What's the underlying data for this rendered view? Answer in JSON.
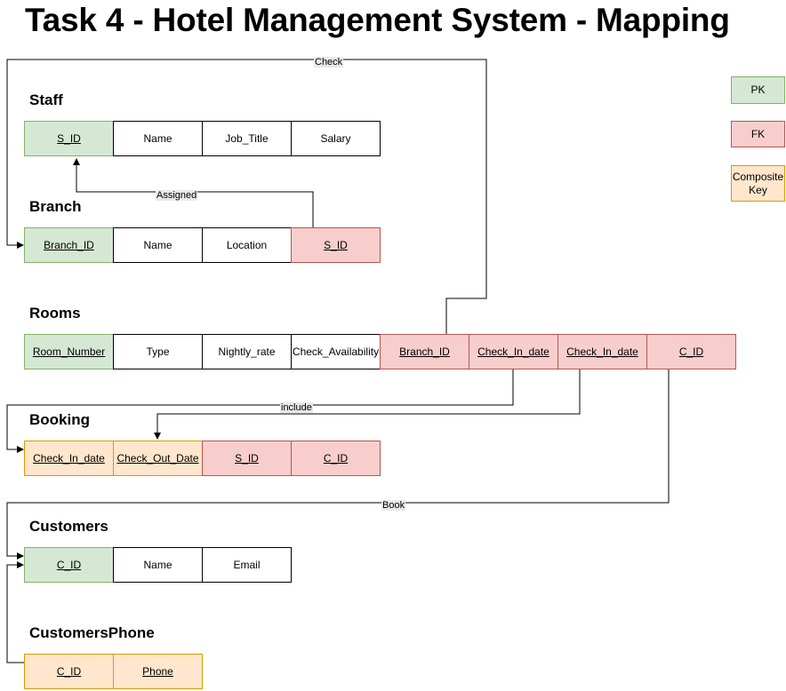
{
  "title": "Task 4 - Hotel Management System - Mapping",
  "tables": {
    "staff": {
      "name": "Staff",
      "cols": [
        "S_ID",
        "Name",
        "Job_Title",
        "Salary"
      ]
    },
    "branch": {
      "name": "Branch",
      "cols": [
        "Branch_ID",
        "Name",
        "Location",
        "S_ID"
      ]
    },
    "rooms": {
      "name": "Rooms",
      "cols": [
        "Room_Number",
        "Type",
        "Nightly_rate",
        "Check_Availability",
        "Branch_ID",
        "Check_In_date",
        "Check_In_date",
        "C_ID"
      ]
    },
    "booking": {
      "name": "Booking",
      "cols": [
        "Check_In_date",
        "Check_Out_Date",
        "S_ID",
        "C_ID"
      ]
    },
    "customers": {
      "name": "Customers",
      "cols": [
        "C_ID",
        "Name",
        "Email"
      ]
    },
    "customersphone": {
      "name": "CustomersPhone",
      "cols": [
        "C_ID",
        "Phone"
      ]
    }
  },
  "relations": {
    "check": "Check",
    "assigned": "Assigned",
    "include": "include",
    "book": "Book"
  },
  "legend": {
    "pk": "PK",
    "fk": "FK",
    "composite": "Composite Key"
  },
  "colors": {
    "pk_fill": "#d5e8d4",
    "pk_border": "#82b366",
    "fk_fill": "#f8cecc",
    "fk_border": "#b85450",
    "ck_fill": "#ffe6cc",
    "ck_border": "#d79b00"
  }
}
